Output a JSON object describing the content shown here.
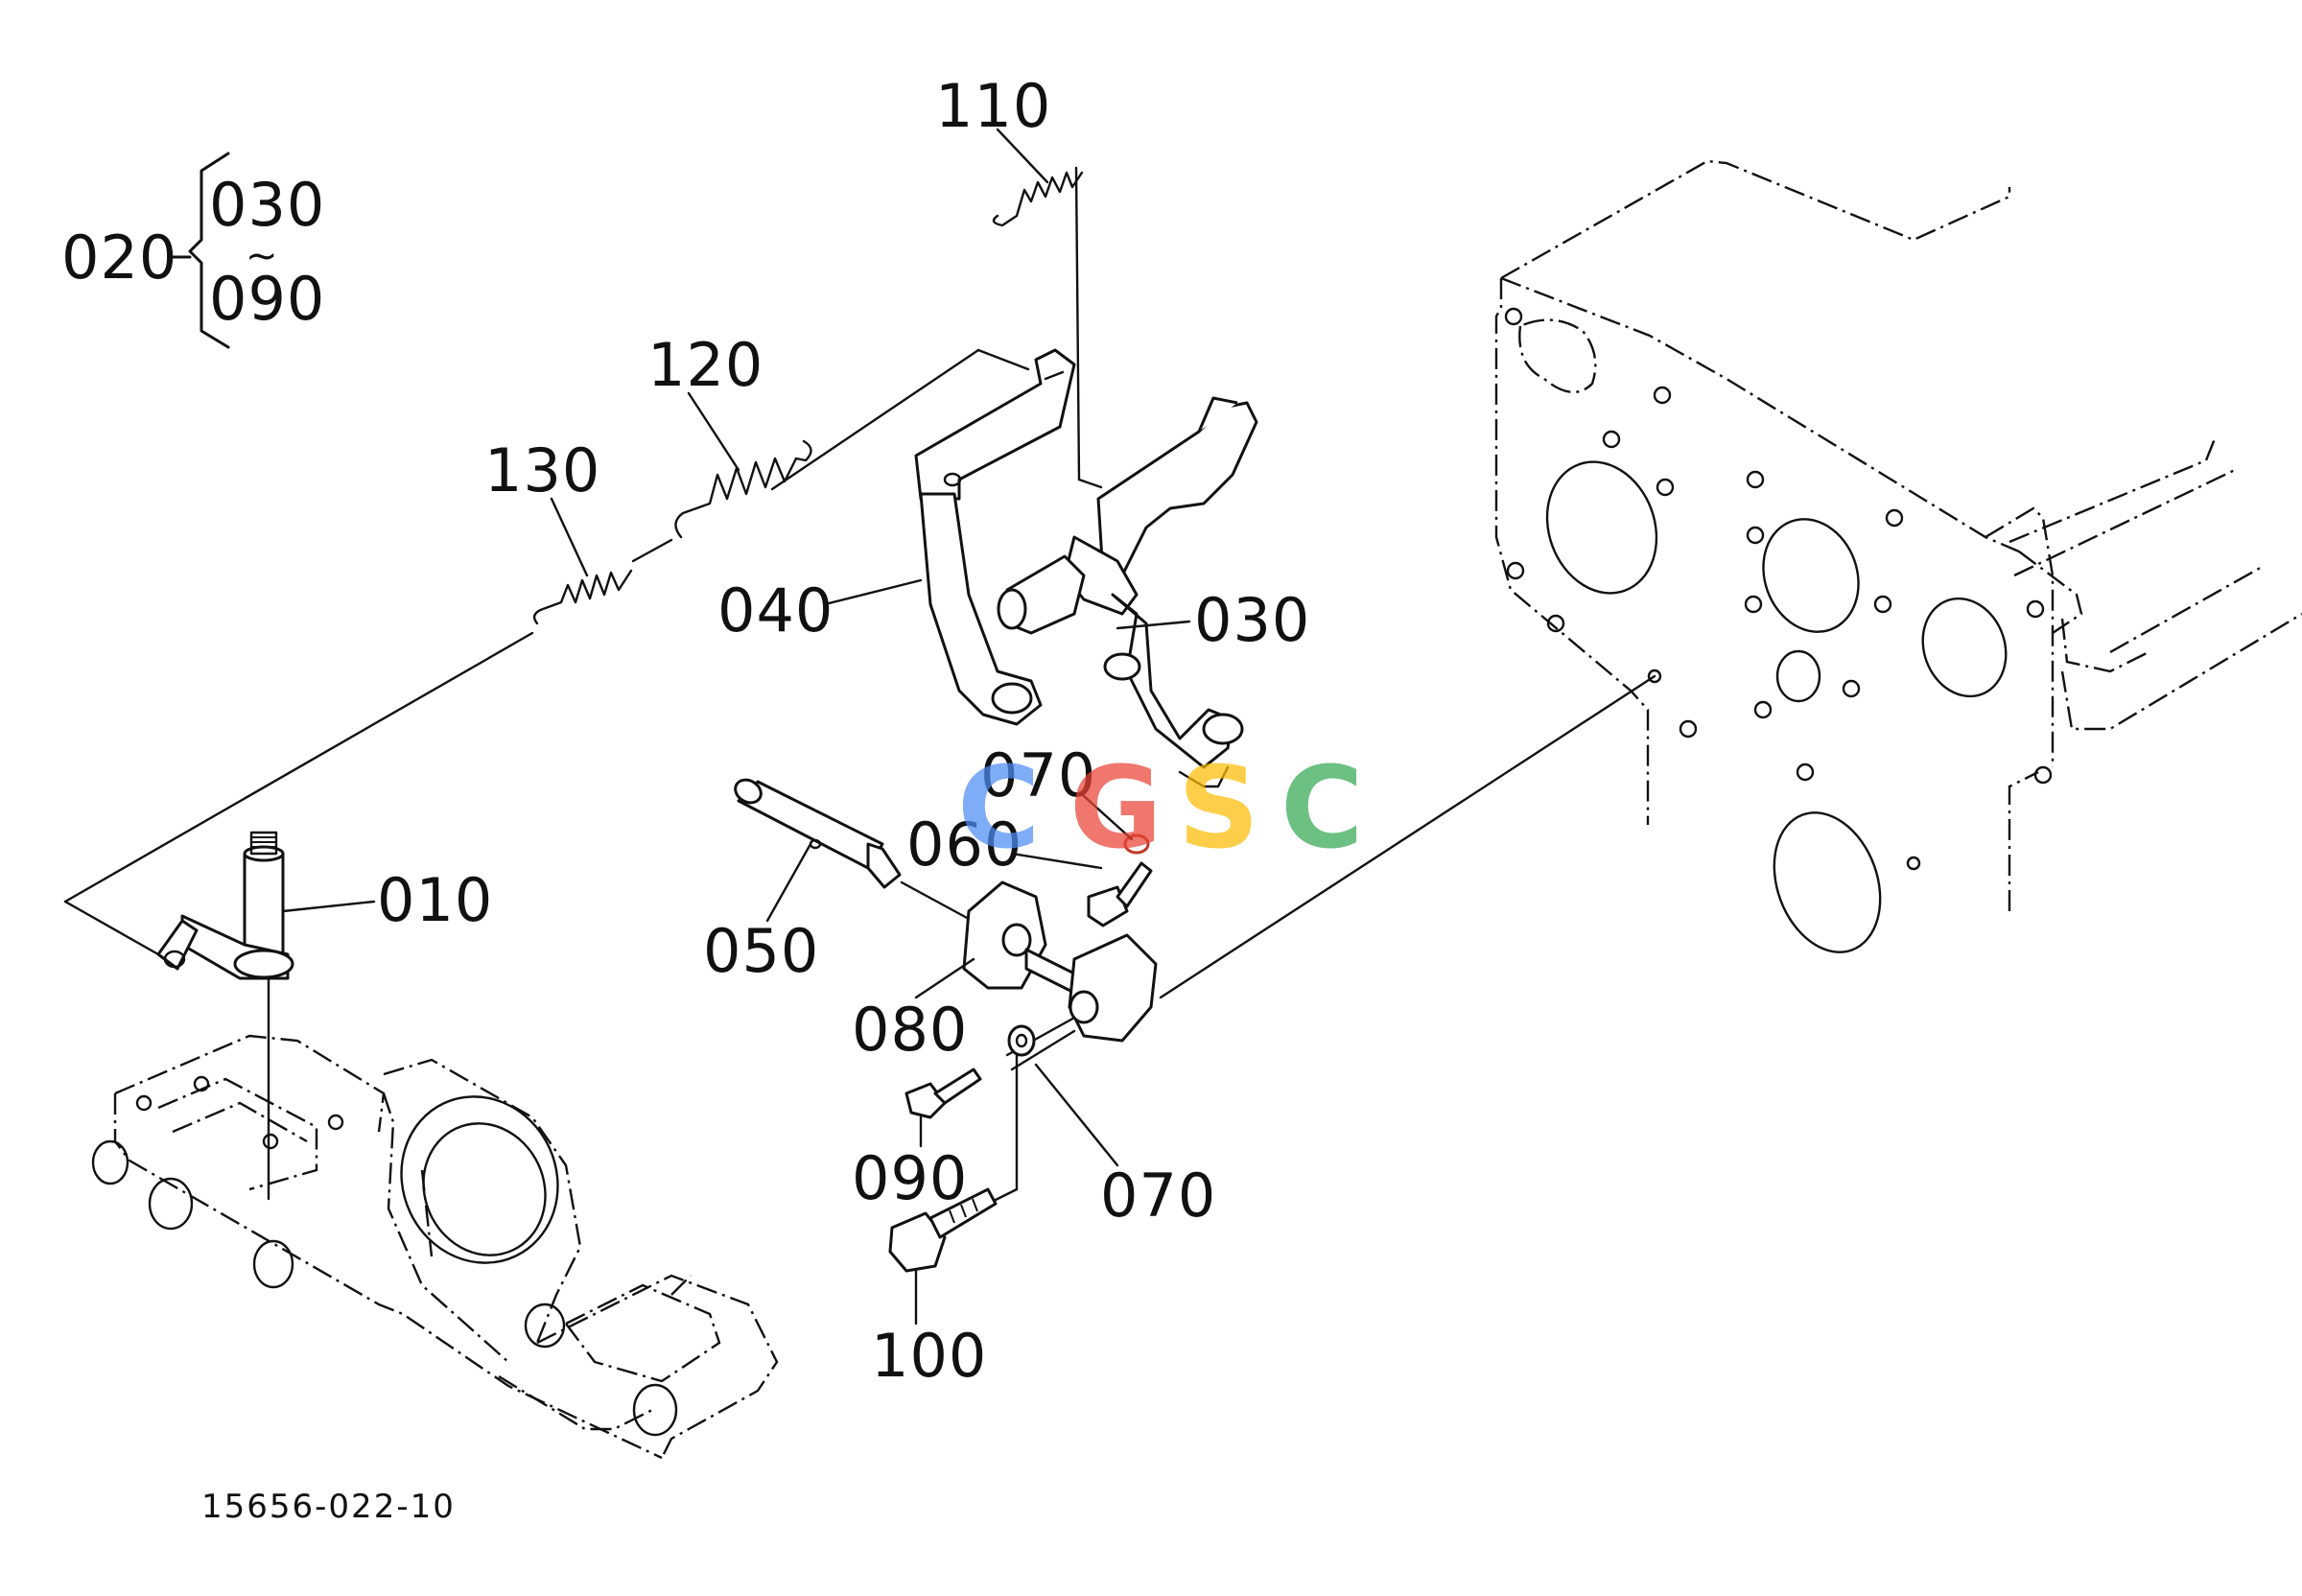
{
  "group": {
    "parent": "020",
    "range_start": "030",
    "range_sep": "~",
    "range_end": "090"
  },
  "callouts": {
    "p010": "010",
    "p030": "030",
    "p040": "040",
    "p050": "050",
    "p060": "060",
    "p070_upper": "070",
    "p070_lower": "070",
    "p080": "080",
    "p090": "090",
    "p100": "100",
    "p110": "110",
    "p120": "120",
    "p130": "130"
  },
  "figure_code": "15656-022-10",
  "watermark": {
    "letters": [
      "C",
      "G",
      "S",
      "C"
    ],
    "colors": [
      "#4f8df5",
      "#ea4335",
      "#fbbc05",
      "#34a853"
    ]
  }
}
